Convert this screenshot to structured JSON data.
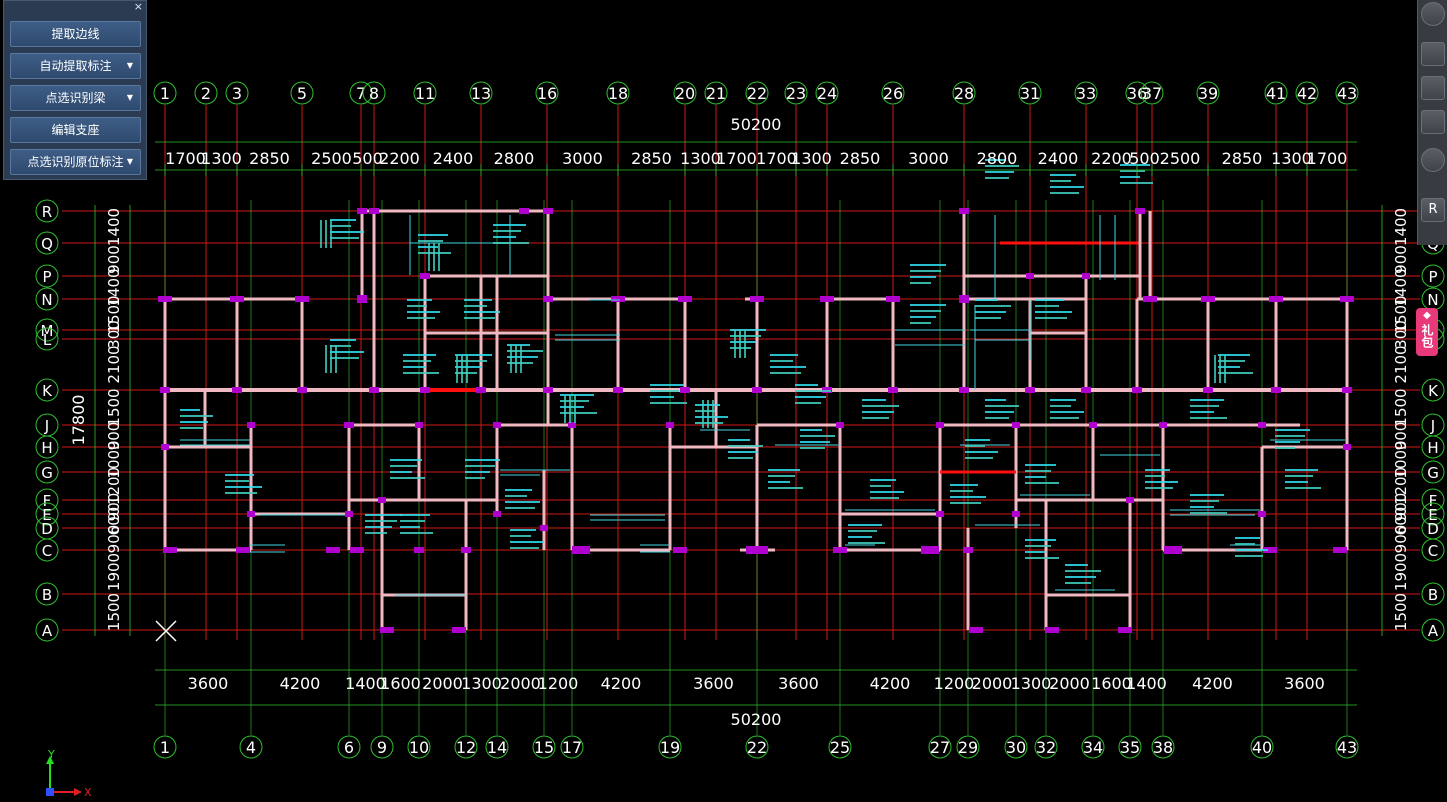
{
  "panel": {
    "close_label": "×",
    "buttons": [
      {
        "label": "提取边线",
        "dropdown": false
      },
      {
        "label": "自动提取标注",
        "dropdown": true
      },
      {
        "label": "点选识别梁",
        "dropdown": true
      },
      {
        "label": "编辑支座",
        "dropdown": false
      },
      {
        "label": "点选识别原位标注",
        "dropdown": true
      }
    ]
  },
  "right_toolbar": {
    "view_label": "R",
    "gift_label": "礼包",
    "tools": [
      "orbit-icon",
      "3d-view-icon",
      "top-view-icon",
      "box-view-icon",
      "rotate-icon"
    ]
  },
  "drawing": {
    "total_dim_top": "50200",
    "total_dim_bottom": "50200",
    "total_dim_left": "17800",
    "top_axes": [
      "1",
      "2",
      "3",
      "5",
      "7",
      "8",
      "11",
      "13",
      "16",
      "18",
      "20",
      "21",
      "22",
      "23",
      "24",
      "26",
      "28",
      "31",
      "33",
      "36",
      "37",
      "39",
      "41",
      "42",
      "43"
    ],
    "top_dims": [
      "1700",
      "1300",
      "2850",
      "2500",
      "500",
      "2200",
      "2400",
      "2800",
      "3000",
      "2850",
      "1300",
      "1700",
      "1700",
      "1300",
      "2850",
      "3000",
      "2800",
      "2400",
      "2200",
      "500",
      "2500",
      "2850",
      "1300",
      "1700"
    ],
    "bottom_axes": [
      "1",
      "4",
      "6",
      "9",
      "10",
      "12",
      "14",
      "15",
      "17",
      "19",
      "22",
      "25",
      "27",
      "29",
      "30",
      "32",
      "34",
      "35",
      "38",
      "40",
      "43"
    ],
    "bottom_dims": [
      "3600",
      "4200",
      "1400",
      "1600",
      "2000",
      "1300",
      "2000",
      "1200",
      "4200",
      "3600",
      "3600",
      "4200",
      "1200",
      "2000",
      "1300",
      "2000",
      "1600",
      "1400",
      "4200",
      "3600"
    ],
    "row_axes": [
      "R",
      "Q",
      "P",
      "N",
      "M",
      "L",
      "K",
      "J",
      "H",
      "G",
      "F",
      "E",
      "D",
      "C",
      "B",
      "A"
    ],
    "side_dims": [
      "1400",
      "900",
      "1400",
      "1500",
      "300",
      "2100",
      "1500",
      "900",
      "1000",
      "1200",
      "900",
      "600",
      "900",
      "1900",
      "1500"
    ],
    "ucs_y": "Y",
    "ucs_x": "X"
  },
  "colors": {
    "grid_red": "#d01818",
    "axis_green": "#2fbf2f",
    "column_purple": "#b000d0",
    "beam_pink": "#f0b8c0",
    "wall_cyan": "#40d8e0",
    "beam_red": "#ff1010"
  }
}
